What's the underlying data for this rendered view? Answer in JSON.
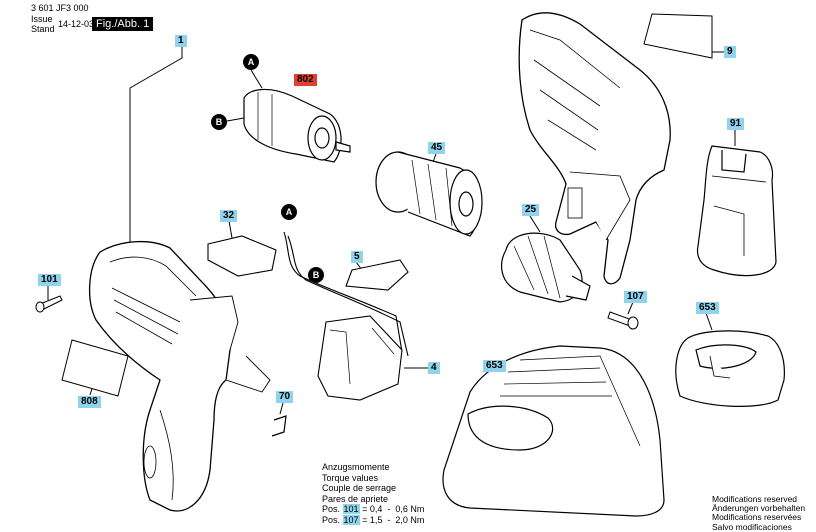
{
  "header": {
    "doc_number": "3 601 JF3 000",
    "issue_label": "Issue",
    "stand_label": "Stand",
    "date": "14-12-03",
    "figure": "Fig./Abb. 1"
  },
  "callouts": {
    "p1": "1",
    "p9": "9",
    "p802": "802",
    "p45": "45",
    "p32": "32",
    "p25": "25",
    "p91": "91",
    "p101": "101",
    "p5": "5",
    "p107": "107",
    "p653a": "653",
    "p653b": "653",
    "p4": "4",
    "p808": "808",
    "p70": "70"
  },
  "markers": {
    "a1": "A",
    "b1": "B",
    "a2": "A",
    "b2": "B"
  },
  "torque": {
    "lines": [
      "Anzugsmomente",
      "Torque values",
      "Couple de serrage",
      "Pares de apriete"
    ],
    "rows": [
      {
        "prefix": "Pos.",
        "pos": "101",
        "value": "= 0,4  -  0,6 Nm"
      },
      {
        "prefix": "Pos.",
        "pos": "107",
        "value": "= 1,5  -  2,0 Nm"
      }
    ]
  },
  "modifications": [
    "Modifications reserved",
    "Änderungen vorbehalten",
    "Modifications reservées",
    "Salvo modificaciones"
  ],
  "colors": {
    "callout_bg": "#8fd3ec",
    "callout_highlight": "#e0412f"
  }
}
